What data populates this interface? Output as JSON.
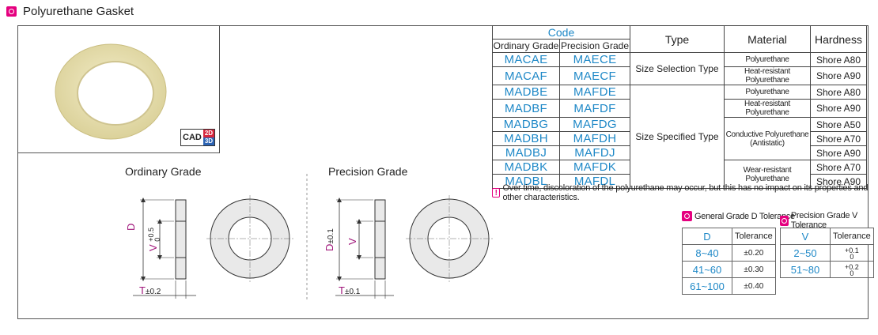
{
  "header": {
    "title": "Polyurethane Gasket"
  },
  "cad": {
    "label": "CAD",
    "d2": "2D",
    "d3": "3D"
  },
  "spec": {
    "code_header": "Code",
    "ordinary_header": "Ordinary Grade",
    "precision_header": "Precision Grade",
    "type_header": "Type",
    "material_header": "Material",
    "hardness_header": "Hardness",
    "rows": [
      {
        "ord": "MACAE",
        "pre": "MAECE",
        "hard": "Shore A80"
      },
      {
        "ord": "MACAF",
        "pre": "MAECF",
        "hard": "Shore A90"
      },
      {
        "ord": "MADBE",
        "pre": "MAFDE",
        "hard": "Shore A80"
      },
      {
        "ord": "MADBF",
        "pre": "MAFDF",
        "hard": "Shore A90"
      },
      {
        "ord": "MADBG",
        "pre": "MAFDG",
        "hard": "Shore A50"
      },
      {
        "ord": "MADBH",
        "pre": "MAFDH",
        "hard": "Shore A70"
      },
      {
        "ord": "MADBJ",
        "pre": "MAFDJ",
        "hard": "Shore A90"
      },
      {
        "ord": "MADBK",
        "pre": "MAFDK",
        "hard": "Shore A70"
      },
      {
        "ord": "MADBL",
        "pre": "MAFDL",
        "hard": "Shore A90"
      }
    ],
    "type_size_selection": "Size Selection Type",
    "type_size_specified": "Size Specified Type",
    "mat_polyurethane": "Polyurethane",
    "mat_heat": "Heat-resistant Polyurethane",
    "mat_conductive_1": "Conductive Polyurethane",
    "mat_conductive_2": "(Antistatic)",
    "mat_wear": "Wear-resistant Polyurethane"
  },
  "note": "Over time, discoloration of the polyurethane may occur, but this has no impact on its properties and other characteristics.",
  "tol_d": {
    "title": "General Grade D Tolerance",
    "col1": "D",
    "col2": "Tolerance",
    "rows": [
      {
        "r": "8~40",
        "t": "±0.20"
      },
      {
        "r": "41~60",
        "t": "±0.30"
      },
      {
        "r": "61~100",
        "t": "±0.40"
      }
    ]
  },
  "tol_v": {
    "title": "Precision Grade V Tolerance",
    "col1": "V",
    "col2": "Tolerance",
    "rows": [
      {
        "r": "2~50",
        "up": "+0.1",
        "lo": "0"
      },
      {
        "r": "51~80",
        "up": "+0.2",
        "lo": "0"
      }
    ]
  },
  "drawing": {
    "ordinary_title": "Ordinary Grade",
    "precision_title": "Precision Grade",
    "d": "D",
    "v": "V",
    "t": "T",
    "ord_v_up": "+0.5",
    "ord_v_lo": "0",
    "ord_t_tol": "±0.2",
    "pre_d_tol": "±0.1",
    "pre_t_tol": "±0.1"
  }
}
